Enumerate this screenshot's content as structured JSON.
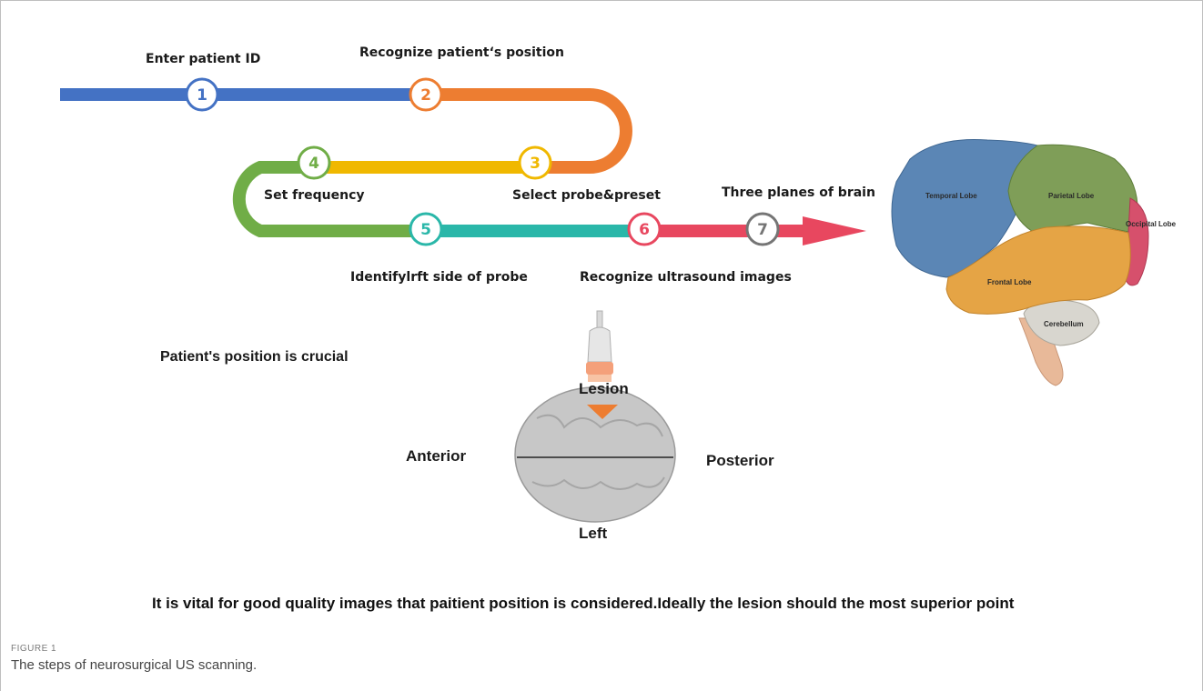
{
  "steps": [
    {
      "number": "1",
      "label": "Enter patient ID",
      "color": "#4472c4"
    },
    {
      "number": "2",
      "label": "Recognize patient‘s position",
      "color": "#ed7d31"
    },
    {
      "number": "3",
      "label": "Select probe&preset",
      "color": "#f0b800"
    },
    {
      "number": "4",
      "label": "Set frequency",
      "color": "#70ad47"
    },
    {
      "number": "5",
      "label": "Identifylrft side of probe",
      "color": "#2ab7a9"
    },
    {
      "number": "6",
      "label": "Recognize ultrasound images",
      "color": "#e8475f"
    },
    {
      "number": "7",
      "label": "Three planes of brain",
      "color": "#757575"
    }
  ],
  "brain_lobes": {
    "temporal": "Temporal Lobe",
    "parietal": "Parietal Lobe",
    "occipital": "Occipital Lobe",
    "frontal": "Frontal Lobe",
    "cerebellum": "Cerebellum"
  },
  "position_diagram": {
    "heading": "Patient's position is crucial",
    "lesion": "Lesion",
    "anterior": "Anterior",
    "posterior": "Posterior",
    "left": "Left"
  },
  "note": "It is vital for good quality images that paitient position is considered.Ideally the lesion should the most superior point",
  "figure": {
    "label": "FIGURE 1",
    "caption": "The steps of neurosurgical US scanning."
  }
}
